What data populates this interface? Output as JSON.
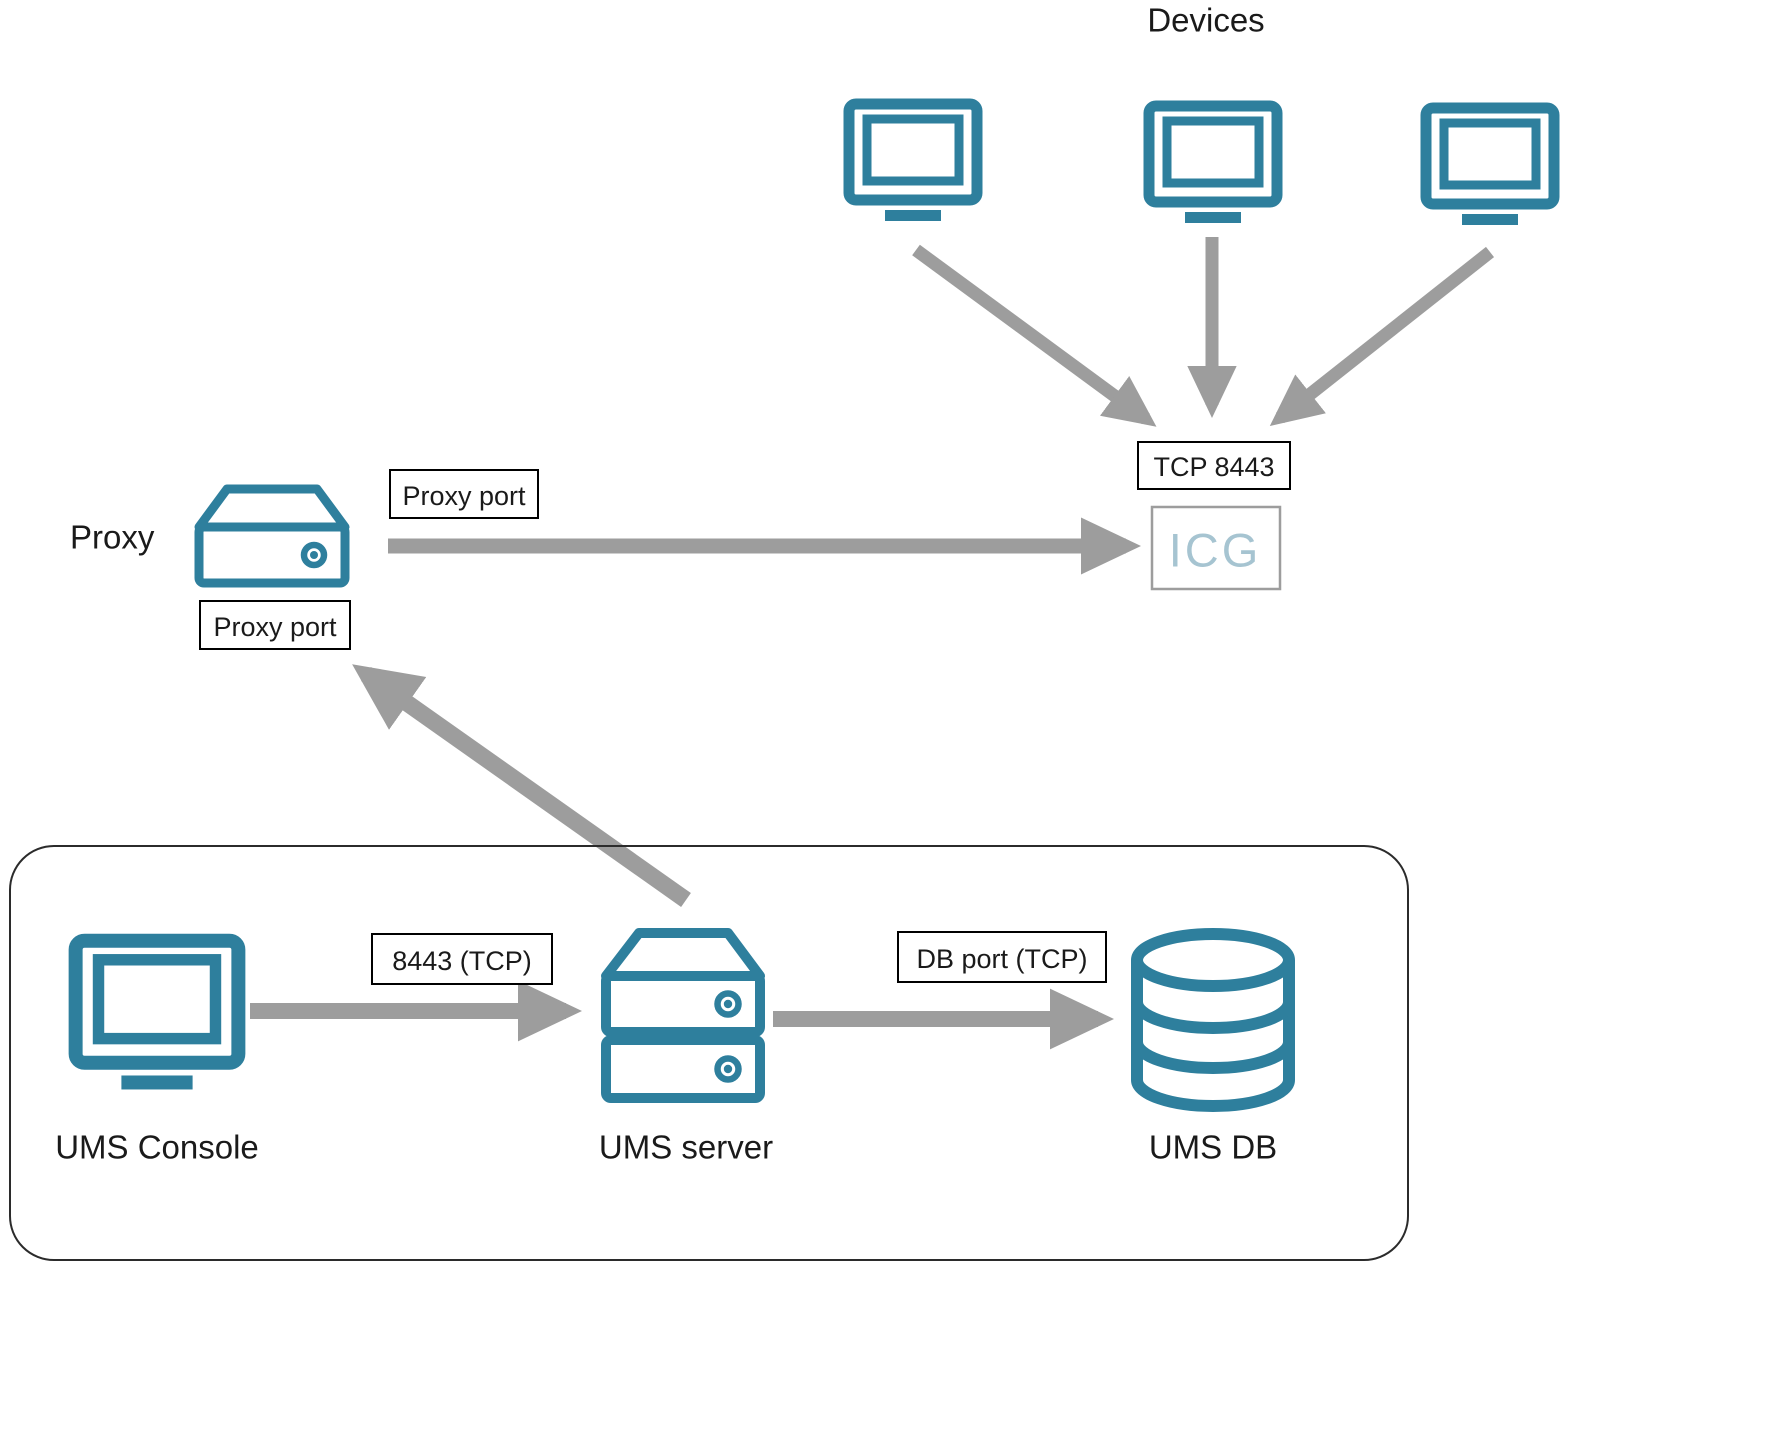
{
  "labels": {
    "devices": "Devices",
    "proxy": "Proxy",
    "icg": "ICG",
    "ums_console": "UMS Console",
    "ums_server": "UMS server",
    "ums_db": "UMS DB"
  },
  "ports": {
    "tcp_8443": "TCP 8443",
    "proxy_port_top": "Proxy port",
    "proxy_port_bottom": "Proxy port",
    "console_to_server": "8443 (TCP)",
    "server_to_db": "DB port (TCP)"
  },
  "colors": {
    "icon-teal": "#2E7F9D",
    "arrow-gray": "#9D9D9D",
    "icg-text": "#A6C4D1",
    "container-border": "#2B2B2B",
    "text-color": "#1A1A1A"
  }
}
